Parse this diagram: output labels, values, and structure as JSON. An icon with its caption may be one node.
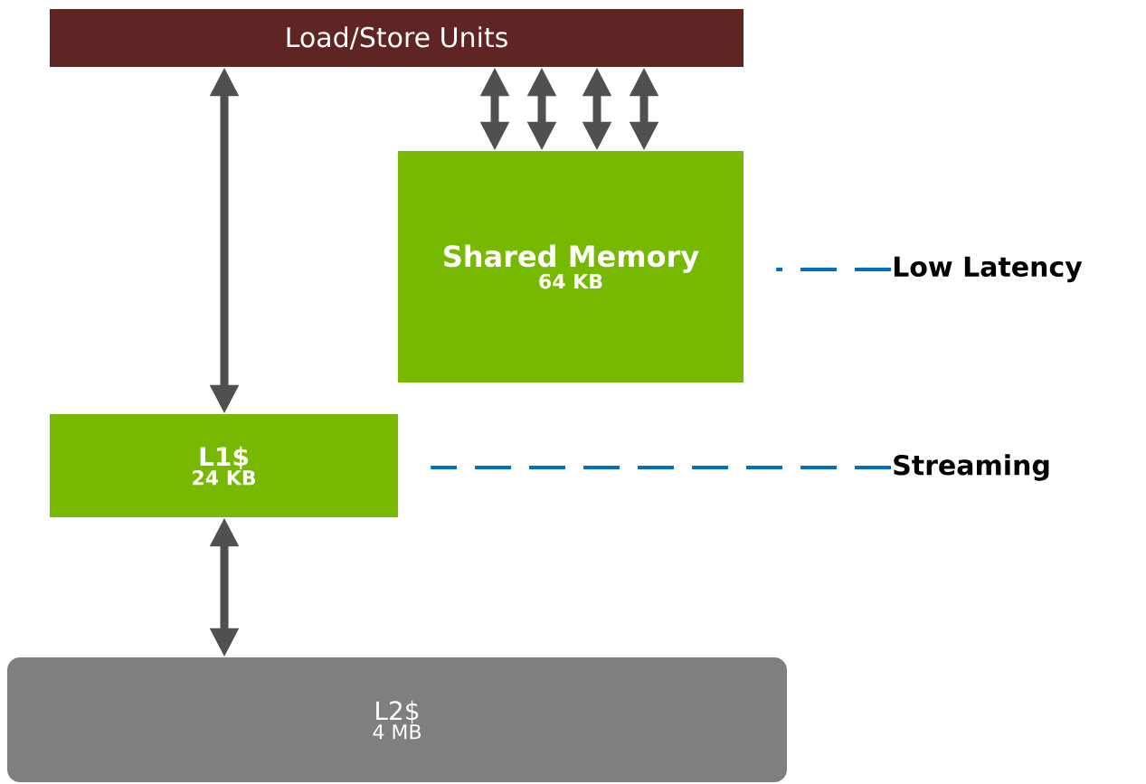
{
  "diagram": {
    "nodes": [
      {
        "text": [
          "Load/Store Units"
        ]
      },
      {
        "text": [
          "Shared Memory",
          "64 KB"
        ]
      },
      {
        "text": [
          "L1$",
          "24 KB"
        ]
      },
      {
        "text": [
          "L2$",
          "4 MB"
        ]
      },
      {
        "text": [
          "Low Latency"
        ]
      },
      {
        "text": [
          "Streaming"
        ]
      }
    ],
    "edges": [
      {
        "from": 0,
        "to": 2,
        "arrow": "both"
      },
      {
        "from": 0,
        "to": 1,
        "arrow": "both"
      },
      {
        "from": 0,
        "to": 1,
        "arrow": "both"
      },
      {
        "from": 0,
        "to": 1,
        "arrow": "both"
      },
      {
        "from": 0,
        "to": 1,
        "arrow": "both"
      },
      {
        "from": 2,
        "to": 3,
        "arrow": "both"
      },
      {
        "from": 4,
        "to": 1,
        "arrow": "none",
        "style": "dashed",
        "color": "#0070c0"
      },
      {
        "from": 5,
        "to": 2,
        "arrow": "none",
        "style": "dashed",
        "color": "#0070c0"
      }
    ]
  }
}
